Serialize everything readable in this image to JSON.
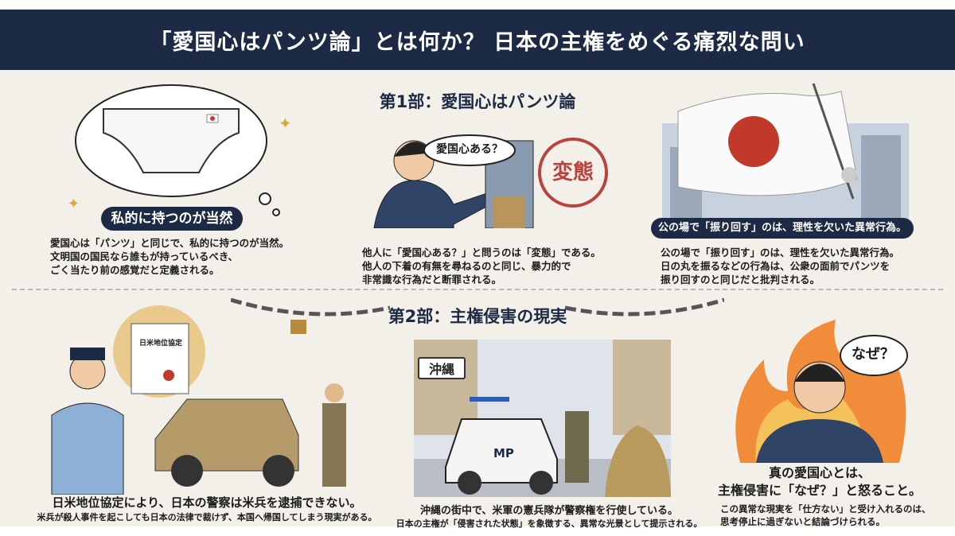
{
  "header": {
    "title": "「愛国心はパンツ論」とは何か？ 日本の主権をめぐる痛烈な問い"
  },
  "part1": {
    "title": "第1部：愛国心はパンツ論",
    "panel1": {
      "caption": "私的に持つのが当然",
      "lines": [
        "愛国心は「パンツ」と同じで、私的に持つのが当然。",
        "文明国の国民なら誰もが持っているべき、",
        "ごく当たり前の感覚だと定義される。"
      ]
    },
    "panel2": {
      "speech": "愛国心ある？",
      "stamp": "変態",
      "lines": [
        "他人に「愛国心ある？」と問うのは「変態」である。",
        "他人の下着の有無を尋ねるのと同じ、暴力的で",
        "非常識な行為だと断罪される。"
      ]
    },
    "panel3": {
      "caption": "公の場で「振り回す」のは、理性を欠いた異常行為。",
      "lines": [
        "公の場で「振り回す」のは、理性を欠いた異常行為。",
        "日の丸を振るなどの行為は、公衆の面前でパンツを",
        "振り回すのと同じだと批判される。"
      ]
    }
  },
  "part2": {
    "title": "第2部：主権侵害の現実",
    "panel1": {
      "document": "日米地位協定",
      "headline": "日米地位協定により、日本の警察は米兵を逮捕できない。",
      "sub": "米兵が殺人事件を起こしても日本の法律で裁けず、本国へ帰国してしまう現実がある。"
    },
    "panel2": {
      "sign": "沖縄",
      "vehicle": "MP",
      "headline": "沖縄の街中で、米軍の憲兵隊が警察権を行使している。",
      "sub": "日本の主権が「侵害された状態」を象徴する、異常な光景として提示される。"
    },
    "panel3": {
      "speech": "なぜ？",
      "headline": [
        "真の愛国心とは、",
        "主権侵害に「なぜ？」と怒ること。"
      ],
      "lines": [
        "この異常な現実を「仕方ない」と受け入れるのは、",
        "思考停止に過ぎないと結論づけられる。"
      ]
    }
  },
  "colors": {
    "navy": "#1c2a45",
    "red": "#b8443f",
    "bg": "#f2f0e8"
  }
}
